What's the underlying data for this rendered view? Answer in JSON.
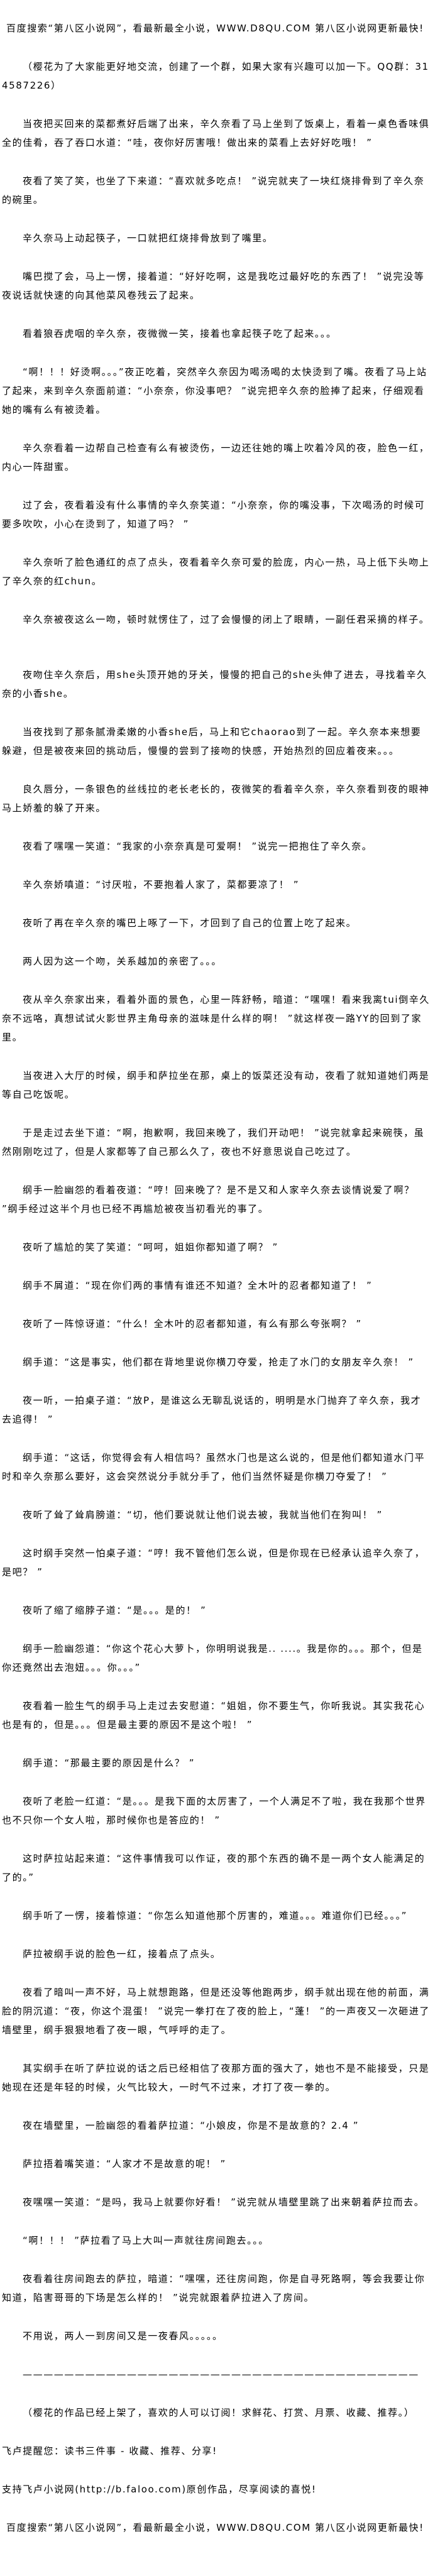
{
  "header_banner": "百度搜索“第八区小说网”，看最新最全小说，WWW.D8QU.COM   第八区小说网更新最快!",
  "paragraphs": [
    "（樱花为了大家能更好地交流，创建了一个群，如果大家有兴趣可以加一下。QQ群：314587226）",
    "当夜把买回来的菜都煮好后端了出来，辛久奈看了马上坐到了饭桌上，看着一桌色香味俱全的佳肴，吞了吞口水道：“哇，夜你好厉害哦！做出来的菜看上去好好吃哦！ ”",
    "夜看了笑了笑，也坐了下来道：“喜欢就多吃点！ ”说完就夹了一块红烧排骨到了辛久奈的碗里。",
    "辛久奈马上动起筷子，一口就把红烧排骨放到了嘴里。",
    "嘴巴搅了会，马上一愣，接着道：“好好吃啊，这是我吃过最好吃的东西了！ ”说完没等夜说话就快速的向其他菜风卷残云了起来。",
    "看着狼吞虎咽的辛久奈，夜微微一笑，接着也拿起筷子吃了起来。。。",
    "“啊！！！好烫啊。。。”夜正吃着，突然辛久奈因为喝汤喝的太快烫到了嘴。夜看了马上站了起来，来到辛久奈面前道：“小奈奈，你没事吧？ ”说完把辛久奈的脸捧了起来，仔细观看她的嘴有么有被烫着。",
    "辛久奈看着一边帮自己检查有么有被烫伤，一边还往她的嘴上吹着冷风的夜，脸色一红，内心一阵甜蜜。",
    "过了会，夜看着没有什么事情的辛久奈笑道：“小奈奈，你的嘴没事，下次喝汤的时候可要多吹吹，小心在烫到了，知道了吗？ ”",
    "辛久奈听了脸色通红的点了点头，夜看着辛久奈可爱的脸庞，内心一热，马上低下头吻上了辛久奈的红chun。",
    "辛久奈被夜这么一吻，顿时就愣住了，过了会慢慢的闭上了眼睛，一副任君采摘的样子。",
    "夜吻住辛久奈后，用she头顶开她的牙关，慢慢的把自己的she头伸了进去，寻找着辛久奈的小香she。",
    "当夜找到了那条腻滑柔嫩的小香she后，马上和它chaorao到了一起。辛久奈本来想要躲避，但是被夜来回的挑动后，慢慢的尝到了接吻的快感，开始热烈的回应着夜来。。。",
    "良久唇分，一条银色的丝线拉的老长老长的，夜微笑的看着辛久奈，辛久奈看到夜的眼神马上娇羞的躲了开来。",
    "夜看了嘿嘿一笑道：“我家的小奈奈真是可爱啊！ ”说完一把抱住了辛久奈。",
    "辛久奈娇嗔道：“讨厌啦，不要抱着人家了，菜都要凉了！ ”",
    "夜听了再在辛久奈的嘴巴上啄了一下，才回到了自己的位置上吃了起来。",
    "两人因为这一个吻，关系越加的亲密了。。。",
    "夜从辛久奈家出来，看着外面的景色，心里一阵舒畅，暗道：“嘿嘿！看来我离tui倒辛久奈不远咯，真想试试火影世界主角母亲的滋味是什么样的啊！ ”就这样夜一路YY的回到了家里。",
    "当夜进入大厅的时候，纲手和萨拉坐在那，桌上的饭菜还没有动，夜看了就知道她们两是等自己吃饭呢。",
    "于是走过去坐下道：“啊，抱歉啊，我回来晚了，我们开动吧！ ”说完就拿起来碗筷，虽然刚刚吃过了，但是人家都等了自己那么久了，夜也不好意思说自己吃过了。",
    "纲手一脸幽怨的看着夜道：“哼！回来晚了？是不是又和人家辛久奈去谈情说爱了啊？ ”纲手经过这半个月也已经不再尴尬被夜当初看光的事了。",
    "夜听了尴尬的笑了笑道：“呵呵，姐姐你都知道了啊？ ”",
    "纲手不屑道：“现在你们两的事情有谁还不知道？全木叶的忍者都知道了！ ”",
    "夜听了一阵惊讶道：“什么！全木叶的忍者都知道，有么有那么夸张啊？ ”",
    "纲手道：“这是事实，他们都在背地里说你横刀夺爱，抢走了水门的女朋友辛久奈！ ”",
    "夜一听，一拍桌子道：“放P，是谁这么无聊乱说话的，明明是水门抛弃了辛久奈，我才去追得！ ”",
    "纲手道：“这话，你觉得会有人相信吗？虽然水门也是这么说的，但是他们都知道水门平时和辛久奈那么要好，这会突然说分手就分手了，他们当然怀疑是你横刀夺爱了！ ”",
    "夜听了耸了耸肩膀道：“切，他们要说就让他们说去被，我就当他们在狗叫！ ”",
    "这时纲手突然一怕桌子道：“哼！我不管他们怎么说，但是你现在已经承认追辛久奈了，是吧？ ”",
    "夜听了缩了缩脖子道：“是。。。是的！ ”",
    "纲手一脸幽怨道：“你这个花心大萝卜，你明明说我是.. ....。我是你的。。。那个，但是你还竟然出去泡妞。。。你。。。”",
    "夜看着一脸生气的纲手马上走过去安慰道：“姐姐，你不要生气，你听我说。其实我花心也是有的，但是。。。但是最主要的原因不是这个啦！ ”",
    "纲手道：“那最主要的原因是什么？ ”",
    "夜听了老脸一红道：“是。。。是我下面的太厉害了，一个人满足不了啦，我在我那个世界也不只你一个女人啦，那时候你也是答应的！ ”",
    "这时萨拉站起来道：“这件事情我可以作证，夜的那个东西的确不是一两个女人能满足的了的。”",
    "纲手听了一愣，接着惊道：“你怎么知道他那个厉害的，难道。。。难道你们已经。。。”",
    "萨拉被纲手说的脸色一红，接着点了点头。",
    "夜看了暗叫一声不好，马上就想跑路，但是还没等他跑两步，纲手就出现在他的前面，满脸的阴沉道：“夜，你这个混蛋！ ”说完一拳打在了夜的脸上，“蓬！ ”的一声夜又一次砸进了墙壁里，纲手狠狠地看了夜一眼，气呼呼的走了。",
    "其实纲手在听了萨拉说的话之后已经相信了夜那方面的强大了，她也不是不能接受，只是她现在还是年轻的时候，火气比较大，一时气不过来，才打了夜一拳的。",
    "夜在墙壁里，一脸幽怨的看着萨拉道：“小娘皮，你是不是故意的？2.4 ”",
    "萨拉捂着嘴笑道：“人家才不是故意的呢！ ”",
    "夜嘿嘿一笑道：“是吗，我马上就要你好看！ ”说完就从墙壁里跳了出来朝着萨拉而去。",
    "“啊！！！ ”萨拉看了马上大叫一声就往房间跑去。。。",
    "夜看着往房间跑去的萨拉，暗道：“嘿嘿，还往房间跑，你是自寻死路啊，等会我要让你知道，陷害哥哥的下场是怎么样的！ ”说完就跟着萨拉进入了房间。",
    "不用说，两人一到房间又是一夜春风。。。。。",
    "——————————————————————————————————————",
    "（樱花的作品已经上架了，喜欢的人可以订阅！求鲜花、打赏、月票、收藏、推荐。）"
  ],
  "footer": {
    "faloo_reminder": "飞卢提醒您：读书三件事 - 收藏、推荐、分享!",
    "faloo_support": "支持飞卢小说网(http://b.faloo.com)原创作品，尽享阅读的喜悦!",
    "site_banner": "百度搜索“第八区小说网”，看最新最全小说，WWW.D8QU.COM   第八区小说网更新最快!"
  }
}
